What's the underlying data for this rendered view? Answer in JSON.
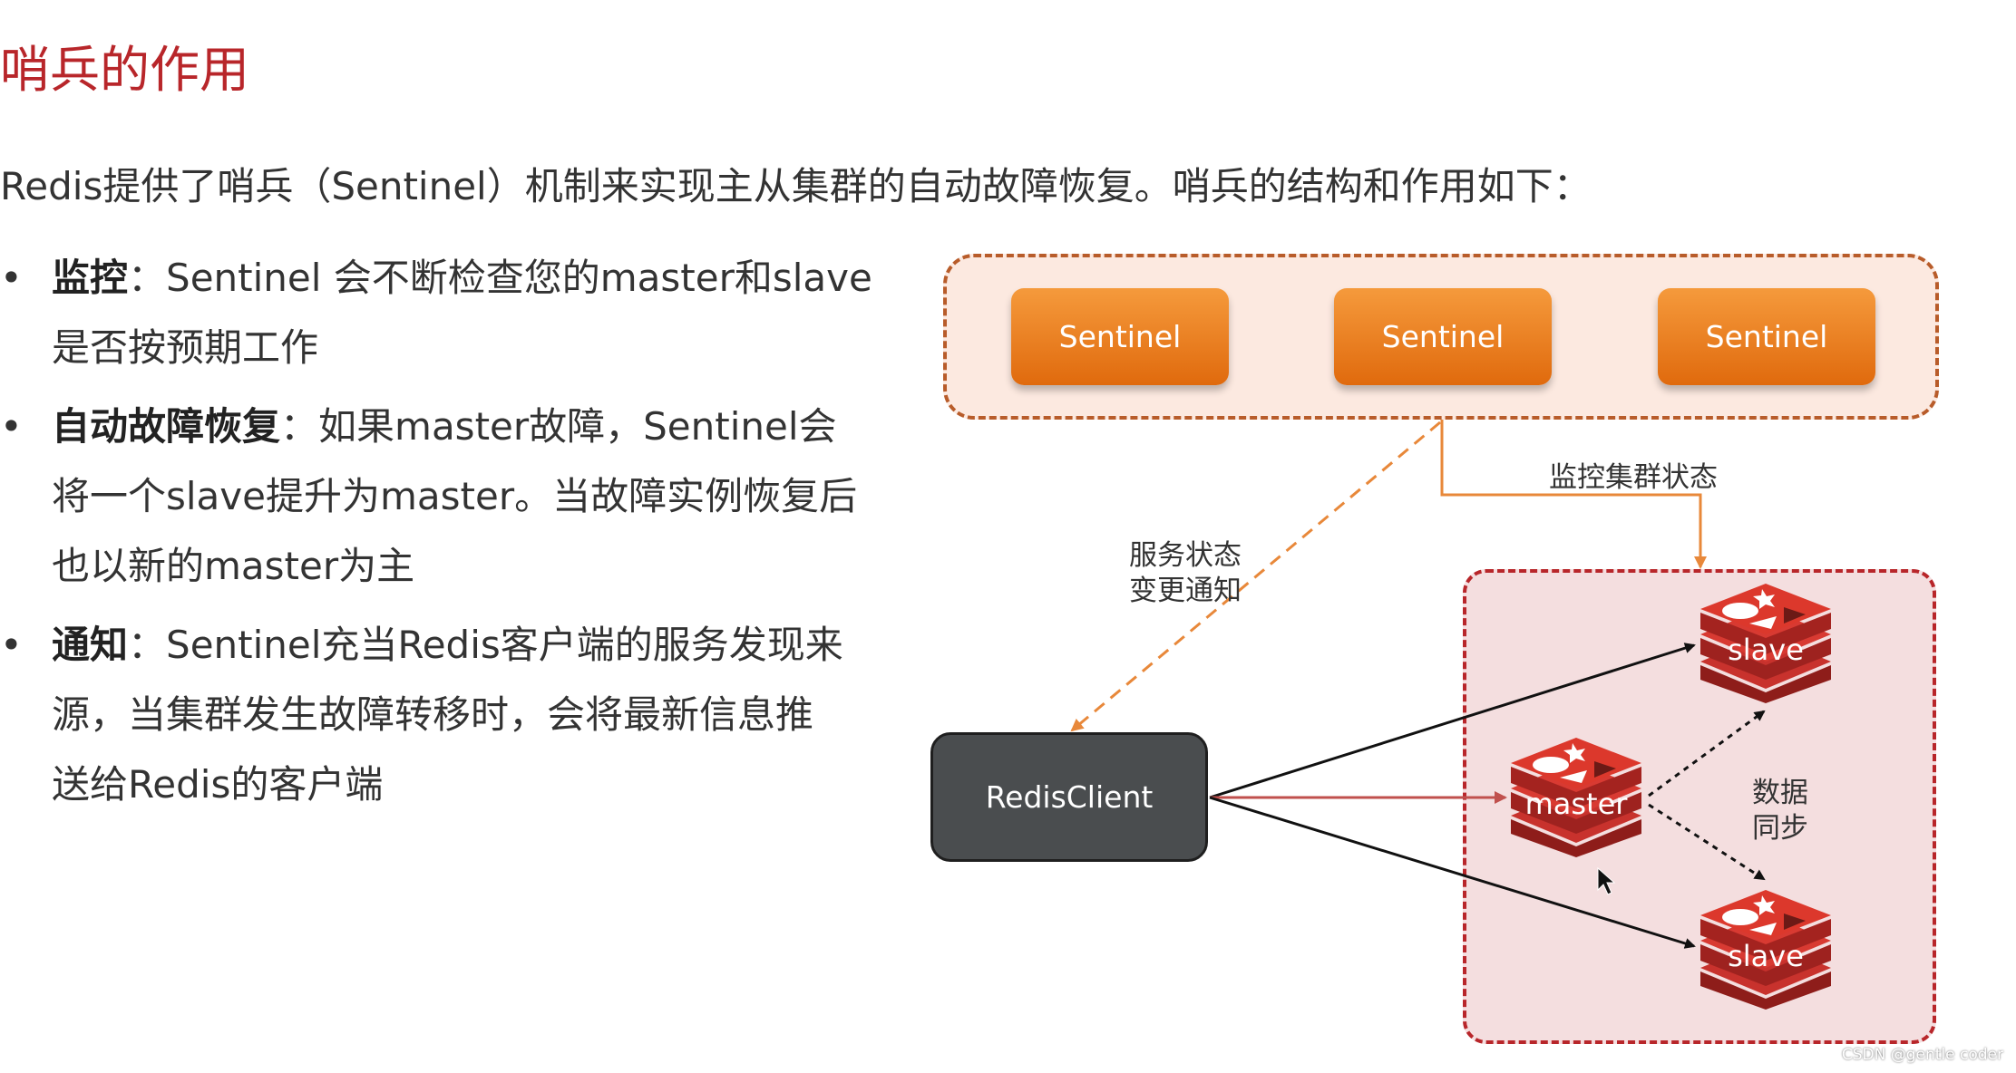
{
  "title": "哨兵的作用",
  "intro": "Redis提供了哨兵（Sentinel）机制来实现主从集群的自动故障恢复。哨兵的结构和作用如下：",
  "bullets": [
    {
      "key": "监控",
      "sep": "：",
      "lines": [
        "Sentinel 会不断检查您的master和slave",
        "是否按预期工作"
      ]
    },
    {
      "key": "自动故障恢复",
      "sep": "：",
      "lines": [
        "如果master故障，Sentinel会",
        "将一个slave提升为master。当故障实例恢复后",
        "也以新的master为主"
      ]
    },
    {
      "key": "通知",
      "sep": "：",
      "lines": [
        "Sentinel充当Redis客户端的服务发现来",
        "源，当集群发生故障转移时，会将最新信息推",
        "送给Redis的客户端"
      ]
    }
  ],
  "bullet_glyph": "•",
  "diagram": {
    "sentinels": [
      "Sentinel",
      "Sentinel",
      "Sentinel"
    ],
    "client": "RedisClient",
    "label_monitor": "监控集群状态",
    "label_notify": [
      "服务状态",
      "变更通知"
    ],
    "label_sync": [
      "数据",
      "同步"
    ],
    "master": "master",
    "slave_top": "slave",
    "slave_bottom": "slave"
  },
  "colors": {
    "title": "#b8262a",
    "sentinel": "#ef7d22",
    "redis_red": "#c8322d",
    "client_bg": "#4a4d4f",
    "sentinel_group_border": "#b85c2a",
    "cluster_group_border": "#b8262a",
    "arrow_orange": "#e8883a",
    "arrow_red": "#c0504d"
  },
  "icons": [
    "redis-logo-icon",
    "mouse-cursor-icon"
  ],
  "footer": "CSDN @gentle coder"
}
